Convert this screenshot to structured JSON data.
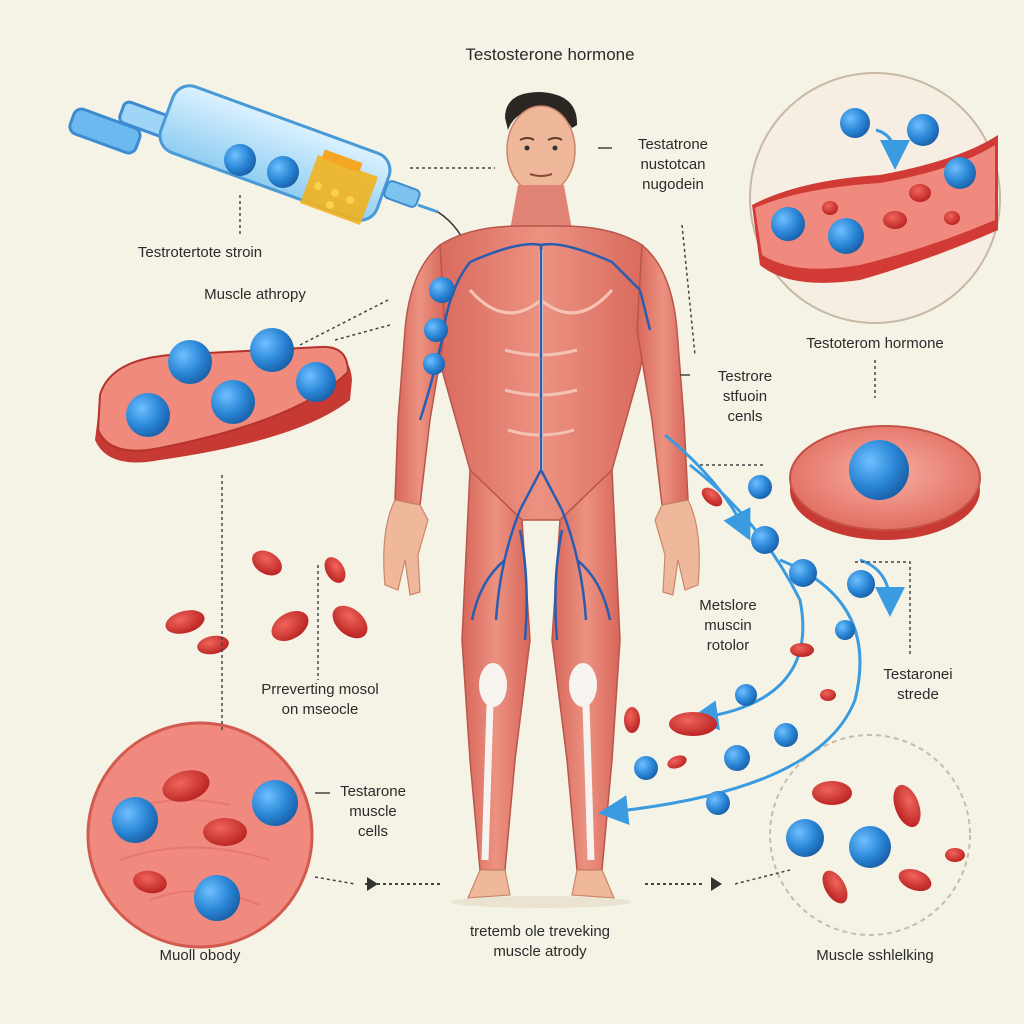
{
  "title": "Testosterone hormone",
  "labels": {
    "syringe_label": "Testrotertote stroin",
    "atrophy_label": "Muscle athropy",
    "center_label_line1": "Testatrone",
    "center_label_line2": "nustotcan",
    "center_label_line3": "nugodein",
    "top_right_label": "Testoterom hormone",
    "mid_label_line1": "Testrore",
    "mid_label_line2": "stfuoin",
    "mid_label_line3": "cenls",
    "metslore_line1": "Metslore",
    "metslore_line2": "muscin",
    "metslore_line3": "rotolor",
    "preventing_line1": "Prreverting mosol",
    "preventing_line2": "on mseocle",
    "testarone_cells_line1": "Testarone",
    "testarone_cells_line2": "muscle",
    "testarone_cells_line3": "cells",
    "testaronei_line1": "Testaronei",
    "testaronei_line2": "strede",
    "bottom_left_label": "Muoll obody",
    "bottom_center_line1": "tretemb  ole treveking",
    "bottom_center_line2": "muscle atrody",
    "bottom_right_label": "Muscle sshlelking"
  },
  "colors": {
    "background": "#f5f3e6",
    "muscle": "#e07a6a",
    "muscle_dark": "#c9554a",
    "cell_blue": "#2a86d6",
    "rbc_red": "#d9302f",
    "vein_blue": "#2a5db0",
    "arrow_blue": "#3a9be0",
    "skin": "#f0b89a",
    "hair": "#2b2622"
  }
}
